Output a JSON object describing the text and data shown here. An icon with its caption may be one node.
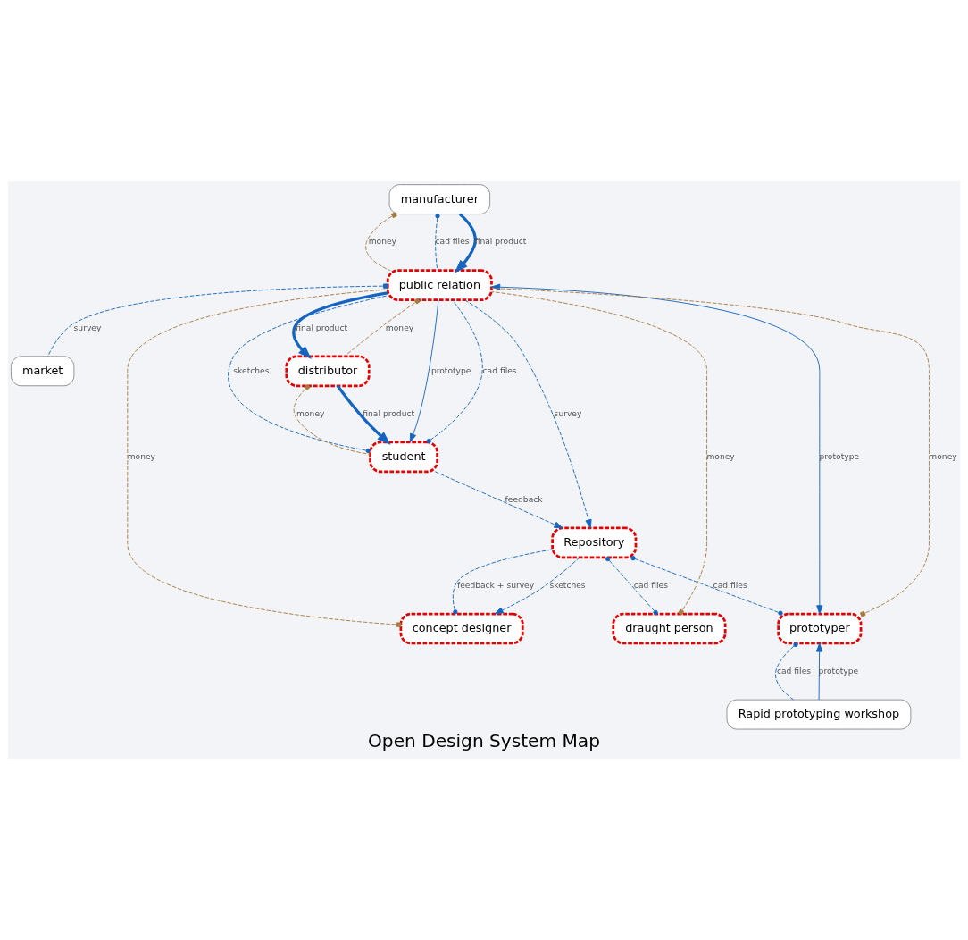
{
  "diagram": {
    "title": "Open Design System Map",
    "nodes": [
      {
        "text": [
          "market"
        ]
      },
      {
        "text": [
          "manufacturer"
        ]
      },
      {
        "text": [
          "student"
        ]
      },
      {
        "text": [
          "distributor"
        ]
      },
      {
        "text": [
          "public relation"
        ]
      },
      {
        "text": [
          "concept designer"
        ]
      },
      {
        "text": [
          "Rapid prototyping workshop"
        ]
      },
      {
        "text": [
          "prototyper"
        ]
      },
      {
        "text": [
          "Repository"
        ]
      },
      {
        "text": [
          "draught person"
        ]
      }
    ],
    "edges": [
      {
        "from": 4,
        "to": 0,
        "arrow": "other",
        "label": "survey",
        "style": "dashed"
      },
      {
        "from": 1,
        "to": 4,
        "arrow": "other",
        "label": "money",
        "style": "dashed",
        "color": "#a87a3f"
      },
      {
        "from": 1,
        "to": 4,
        "arrow": "other",
        "label": "cad files",
        "style": "dashed"
      },
      {
        "from": 1,
        "to": 4,
        "arrow": "to",
        "label": "final product",
        "style": "thick"
      },
      {
        "from": 4,
        "to": 2,
        "arrow": "to",
        "label": "prototype"
      },
      {
        "from": 2,
        "to": 4,
        "arrow": "other",
        "label": "cad files",
        "style": "dashed"
      },
      {
        "from": 2,
        "to": 4,
        "arrow": "other",
        "label": "sketches",
        "style": "dashed"
      },
      {
        "from": 5,
        "to": 4,
        "arrow": "other",
        "label": "money",
        "style": "dashed",
        "color": "#a87a3f"
      },
      {
        "from": 3,
        "to": 2,
        "arrow": "other",
        "label": "money",
        "style": "dashed",
        "color": "#a87a3f"
      },
      {
        "from": 3,
        "to": 2,
        "arrow": "to",
        "label": "final product",
        "style": "thick"
      },
      {
        "from": 4,
        "to": 3,
        "arrow": "to",
        "label": "final product",
        "style": "thick"
      },
      {
        "from": 4,
        "to": 3,
        "arrow": "other",
        "label": "money",
        "style": "dashed",
        "color": "#a87a3f"
      },
      {
        "from": 2,
        "to": 8,
        "arrow": "to",
        "label": "feedback",
        "style": "dashed"
      },
      {
        "from": 4,
        "to": 8,
        "arrow": "to",
        "label": "survey",
        "style": "dashed"
      },
      {
        "from": 9,
        "to": 4,
        "arrow": "other",
        "label": "money",
        "style": "dashed",
        "color": "#a87a3f"
      },
      {
        "from": 7,
        "to": 4,
        "arrow": "other",
        "label": "money",
        "style": "dashed",
        "color": "#a87a3f"
      },
      {
        "from": 4,
        "to": 7,
        "arrow": "both",
        "label": "prototype"
      },
      {
        "from": 6,
        "to": 7,
        "arrow": "to",
        "label": "prototype"
      },
      {
        "from": 7,
        "to": 6,
        "arrow": "other",
        "label": "cad files",
        "style": "dashed"
      },
      {
        "from": 8,
        "to": 7,
        "arrow": "other",
        "label": "cad files",
        "style": "dashed"
      },
      {
        "from": 8,
        "to": 9,
        "arrow": "other",
        "label": "cad files",
        "style": "dashed"
      },
      {
        "from": 5,
        "to": 8,
        "arrow": "other",
        "label": "feedback + survey",
        "style": "dashed"
      },
      {
        "from": 8,
        "to": 5,
        "arrow": "to",
        "label": "sketches",
        "style": "dashed"
      }
    ]
  }
}
